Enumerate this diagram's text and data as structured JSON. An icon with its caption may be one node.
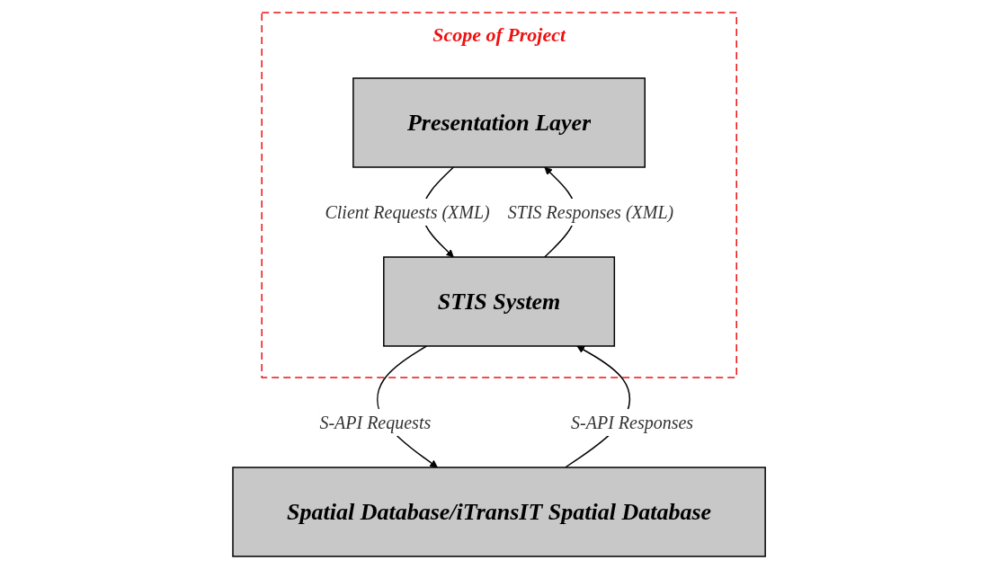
{
  "diagram": {
    "nodes": [
      {
        "text": [
          "Scope of Project"
        ]
      },
      {
        "text": [
          "Presentation Layer"
        ],
        "in": 0
      },
      {
        "text": [
          "STIS System"
        ],
        "in": 0
      },
      {
        "text": [
          "Spatial Database/iTransIT Spatial Database"
        ]
      }
    ],
    "edges": [
      {
        "from": 1,
        "to": 2,
        "arrow": "to",
        "label": "Client Requests (XML)"
      },
      {
        "from": 2,
        "to": 1,
        "arrow": "to",
        "label": "STIS Responses (XML)"
      },
      {
        "from": 2,
        "to": 3,
        "arrow": "to",
        "label": "S-API Requests"
      },
      {
        "from": 3,
        "to": 2,
        "arrow": "to",
        "label": "S-API Responses"
      }
    ]
  }
}
